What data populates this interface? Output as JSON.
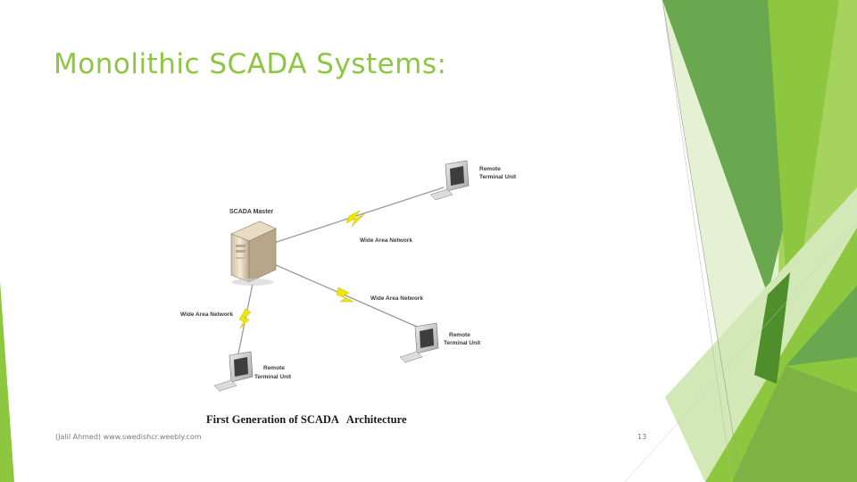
{
  "slide": {
    "title": "Monolithic SCADA Systems:",
    "footer_left": "(Jalil Ahmed) www.swedishcr.weebly.com",
    "page_number": "13"
  },
  "diagram": {
    "caption": "First Generation of SCADA   Architecture",
    "master_label": "SCADA Master",
    "links": [
      {
        "label": "Wide Area Network",
        "icon": "lightning-bolt-icon"
      },
      {
        "label": "Wide Area Network",
        "icon": "lightning-bolt-icon"
      },
      {
        "label": "Wide Area Network",
        "icon": "lightning-bolt-icon"
      }
    ],
    "rtus": [
      {
        "line1": "Remote",
        "line2": "Terminal Unit",
        "icon": "computer-terminal-icon"
      },
      {
        "line1": "Remote",
        "line2": "Terminal Unit",
        "icon": "computer-terminal-icon"
      },
      {
        "line1": "Remote",
        "line2": "Terminal Unit",
        "icon": "computer-terminal-icon"
      }
    ],
    "master_icon": "server-tower-icon"
  },
  "colors": {
    "title": "#8dc63f",
    "accent_green": "#8dc63f",
    "dark_green": "#4e8f2c",
    "mid_green": "#6aa84f",
    "light_green": "#c6e0a4",
    "lightning": "#f2e600"
  }
}
